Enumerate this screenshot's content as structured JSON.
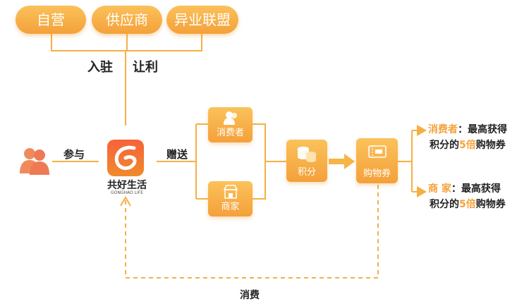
{
  "partners": [
    "自营",
    "供应商",
    "异业联盟"
  ],
  "partner_labels": {
    "join": "入驻",
    "benefit": "让利"
  },
  "user_flow": {
    "participate": "参与",
    "gift": "赠送",
    "consume": "消费"
  },
  "brand": {
    "name": "共好生活",
    "subtitle": "GONGHAO LIFE"
  },
  "nodes": {
    "consumer": "消费者",
    "merchant": "商家",
    "points": "积分",
    "voucher": "购物券"
  },
  "results": {
    "consumer": {
      "role": "消费者",
      "colon": "：最高获得",
      "line2_pre": "积分的",
      "multiplier": "5倍",
      "line2_post": "购物券"
    },
    "merchant": {
      "role": "商 家",
      "colon": "：最高获得",
      "line2_pre": "积分的",
      "multiplier": "5倍",
      "line2_post": "购物券"
    }
  },
  "colors": {
    "accent": "#f5a13a",
    "line": "#f5b044",
    "dashed": "#f5b044"
  }
}
